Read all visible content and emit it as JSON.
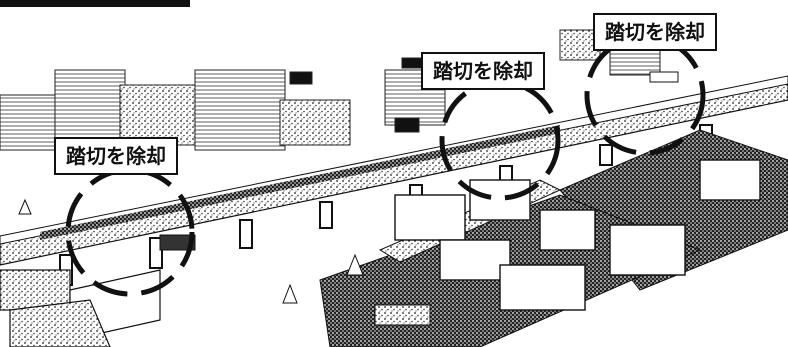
{
  "callouts": {
    "left": "踏切を除却",
    "middle": "踏切を除却",
    "right": "踏切を除却"
  },
  "colors": {
    "ink": "#111111",
    "paper": "#ffffff"
  }
}
